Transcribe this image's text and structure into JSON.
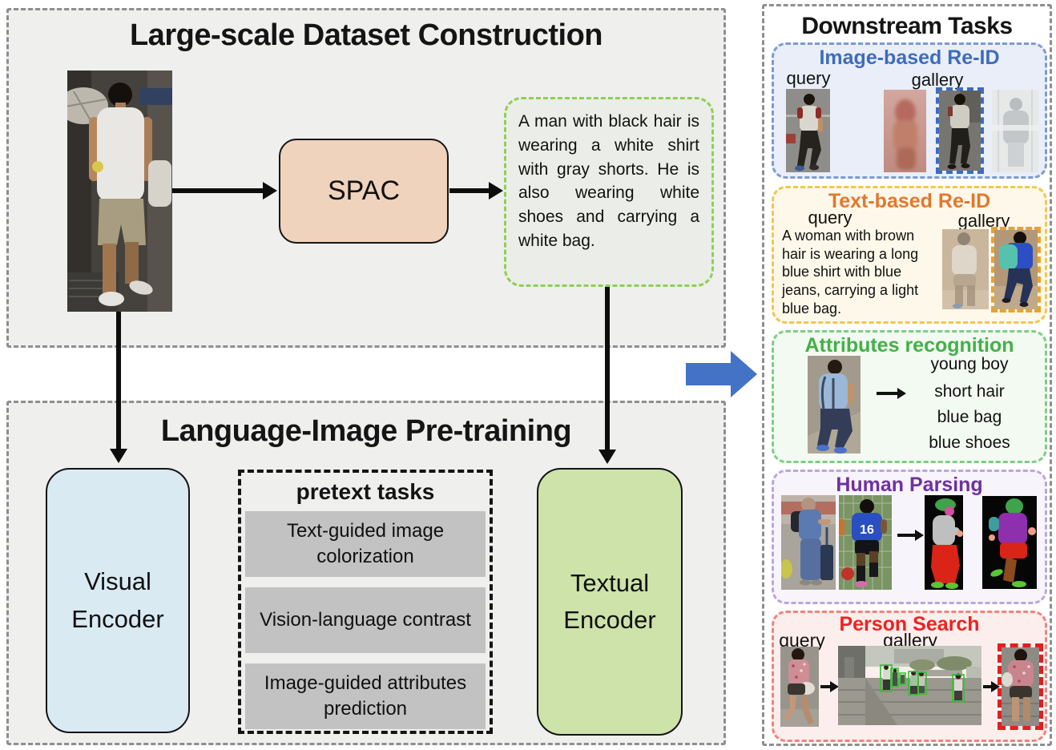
{
  "dataset": {
    "title": "Large-scale Dataset Construction",
    "spac": "SPAC",
    "caption": "A man with black hair is wearing a white shirt with gray shorts. He is also wearing white shoes and carrying a white bag."
  },
  "pretraining": {
    "title": "Language-Image Pre-training",
    "visual_encoder": "Visual Encoder",
    "textual_encoder": "Textual Encoder",
    "pretext": {
      "title": "pretext tasks",
      "items": [
        "Text-guided image colorization",
        "Vision-language contrast",
        "Image-guided attributes prediction"
      ]
    }
  },
  "downstream": {
    "title": "Downstream Tasks",
    "image_reid": {
      "title": "Image-based Re-ID",
      "query_label": "query",
      "gallery_label": "gallery"
    },
    "text_reid": {
      "title": "Text-based Re-ID",
      "query_label": "query",
      "gallery_label": "gallery",
      "query_text": "A woman with brown hair is wearing a long blue shirt with blue jeans, carrying a light blue bag."
    },
    "attributes": {
      "title": "Attributes recognition",
      "items": [
        "young boy",
        "short hair",
        "blue bag",
        "blue shoes"
      ]
    },
    "human_parsing": {
      "title": "Human Parsing",
      "jersey_number": "16"
    },
    "person_search": {
      "title": "Person Search",
      "query_label": "query",
      "gallery_label": "gallery"
    }
  },
  "colors": {
    "panel_bg": "#efefee",
    "panel_border": "#8e8e8e",
    "spac_box": "#f0d3bd",
    "caption_border": "#8fce57",
    "visual_encoder": "#d9eaf3",
    "textual_encoder": "#cde3a9",
    "pretext_item": "#c2c2c2",
    "flow_arrow_blue": "#4472c4",
    "image_reid_accent": "#3d6cc0",
    "text_reid_accent": "#e2772e",
    "attributes_accent": "#43b049",
    "parsing_accent": "#7030a0",
    "person_search_accent": "#ee2222"
  }
}
